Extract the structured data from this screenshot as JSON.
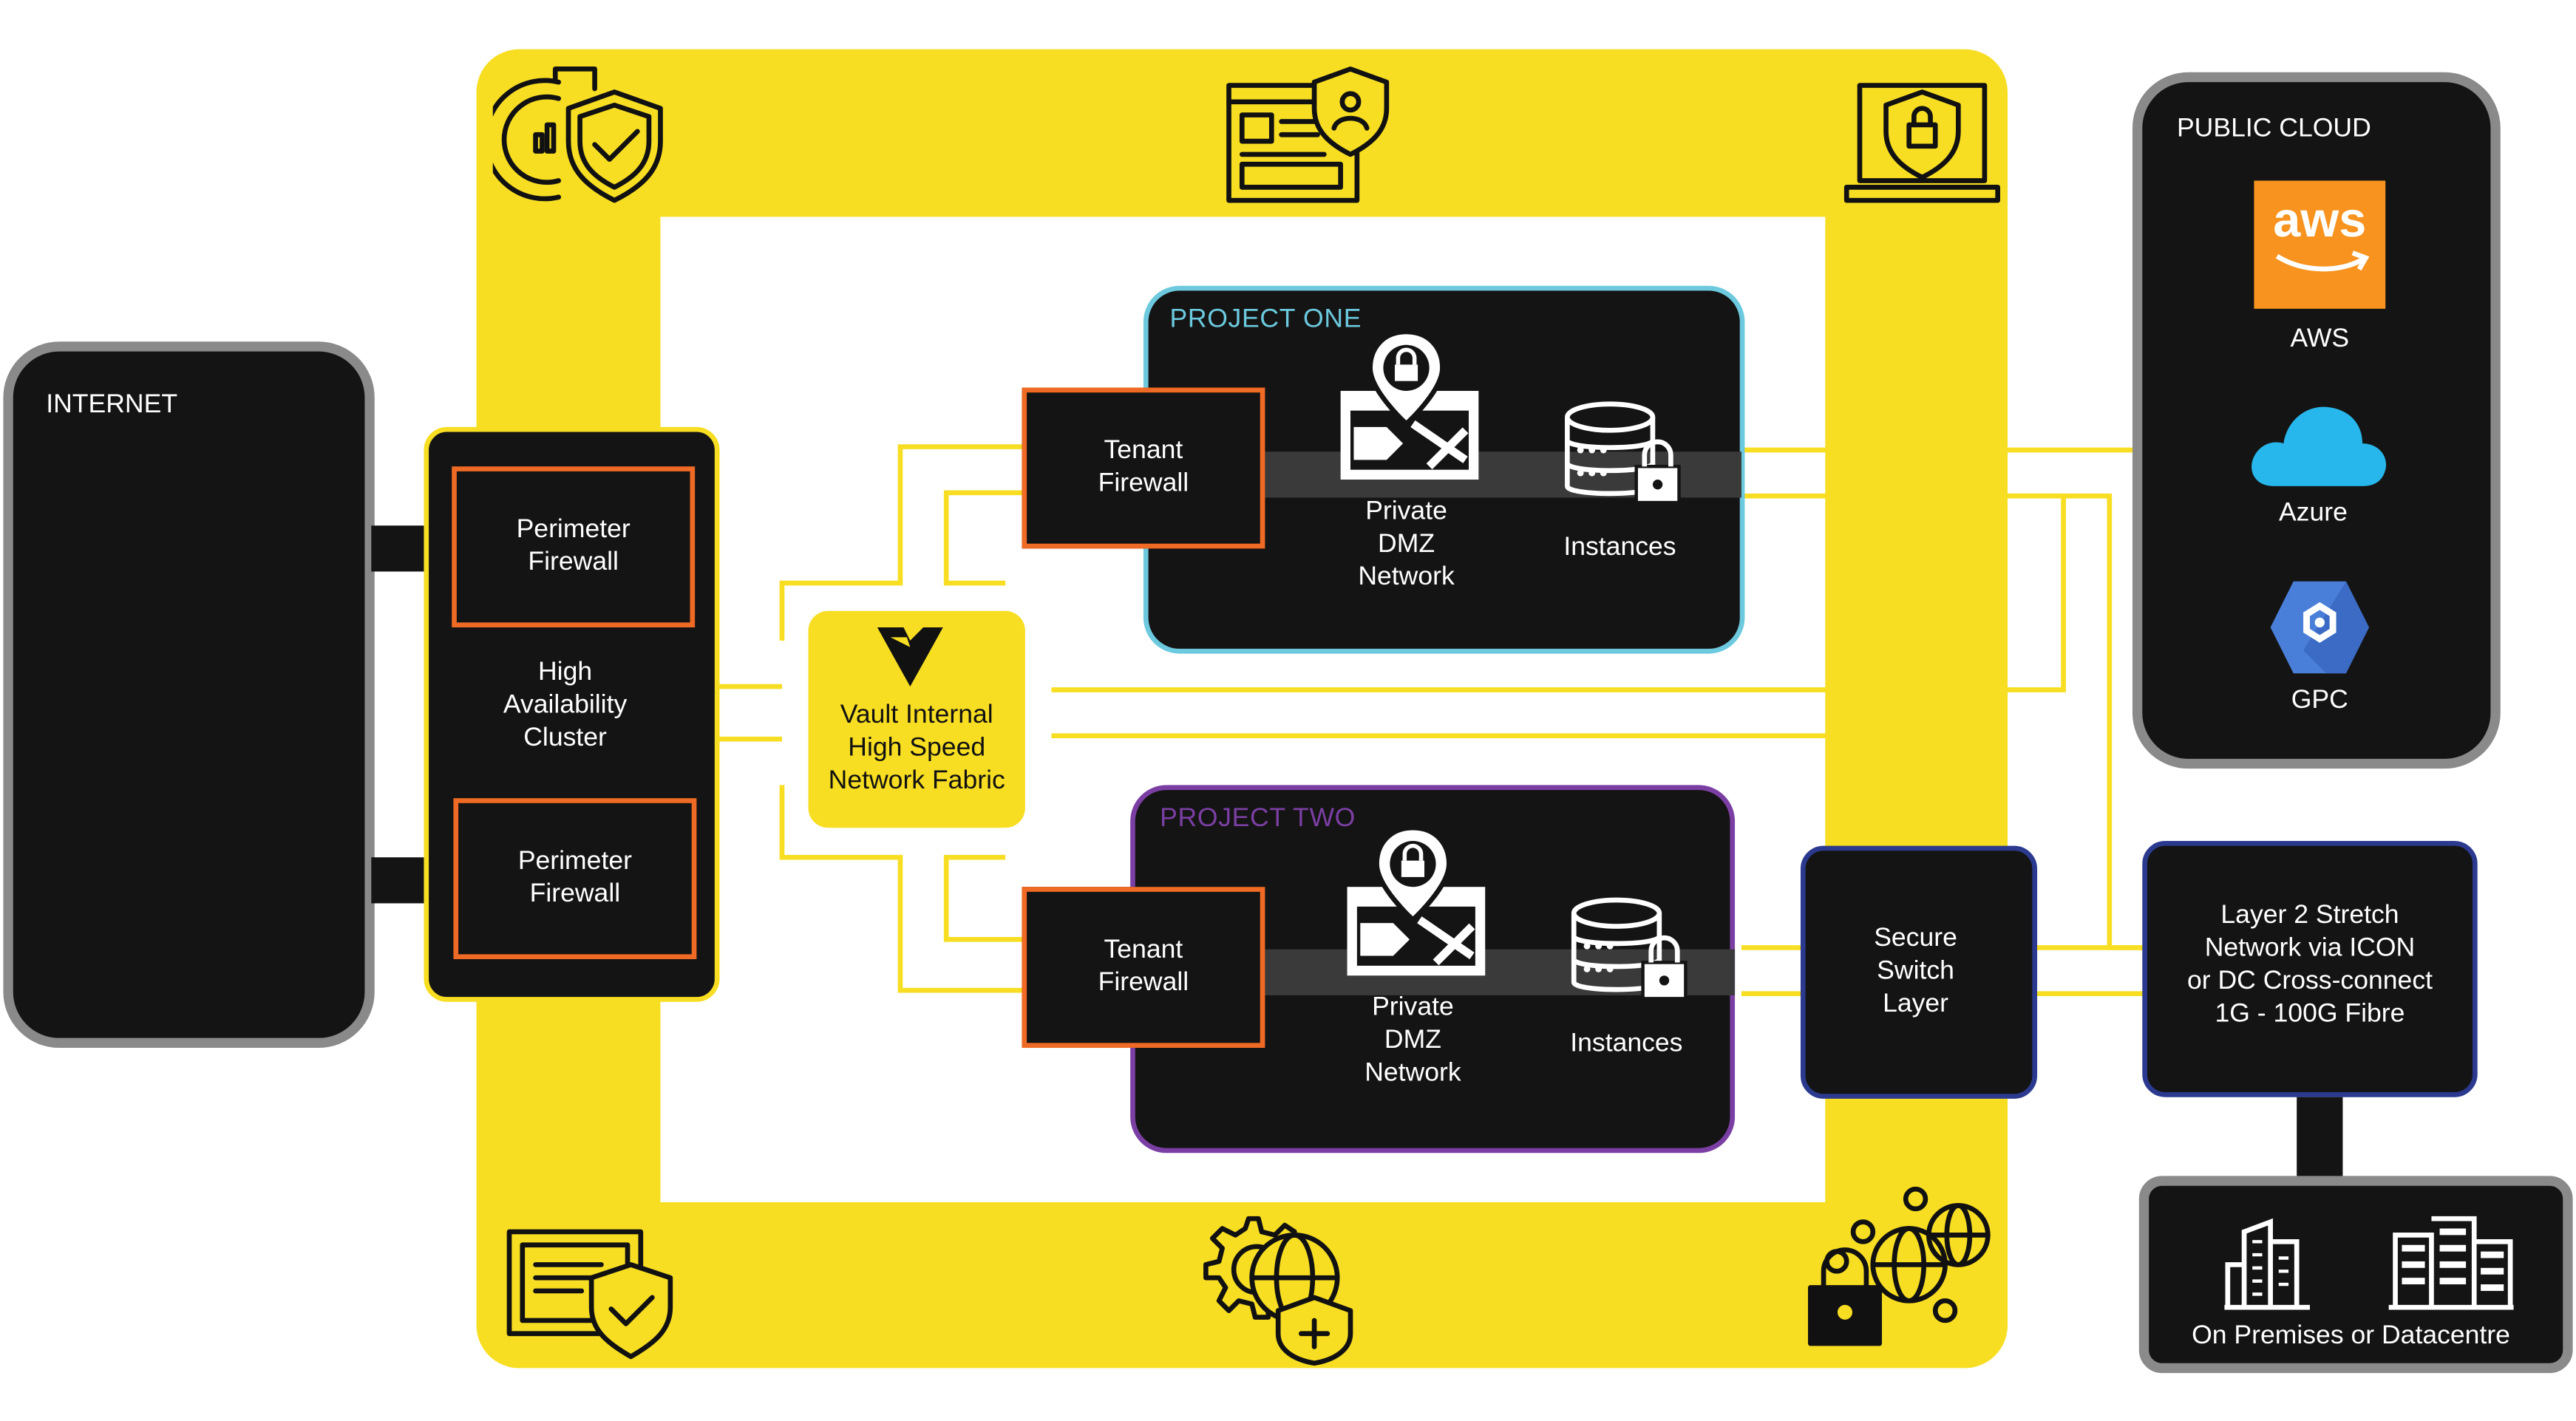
{
  "internet": {
    "label": "INTERNET"
  },
  "public_cloud": {
    "label": "PUBLIC CLOUD",
    "providers": [
      {
        "logo_text": "aws",
        "name": "AWS",
        "color": "#f7931e",
        "icon": "aws-logo"
      },
      {
        "name": "Azure",
        "color": "#27b7ec",
        "icon": "azure-cloud-icon"
      },
      {
        "name": "GPC",
        "color": "#4a7fd9",
        "icon": "gcp-hexagon-icon"
      }
    ]
  },
  "ha_cluster": {
    "firewall_top": "Perimeter\nFirewall",
    "label": "High\nAvailability\nCluster",
    "firewall_bottom": "Perimeter\nFirewall"
  },
  "fabric": {
    "label": "Vault Internal\nHigh Speed\nNetwork Fabric"
  },
  "projects": [
    {
      "title": "PROJECT ONE",
      "accent": "#6cc9de",
      "firewall": "Tenant\nFirewall",
      "dmz": "Private\nDMZ\nNetwork",
      "instances": "Instances"
    },
    {
      "title": "PROJECT TWO",
      "accent": "#7b3fa3",
      "firewall": "Tenant\nFirewall",
      "dmz": "Private\nDMZ\nNetwork",
      "instances": "Instances"
    }
  ],
  "secure_switch": {
    "label": "Secure\nSwitch\nLayer"
  },
  "layer2": {
    "label": "Layer 2 Stretch\nNetwork via ICON\nor DC Cross-connect\n1G - 100G Fibre"
  },
  "on_prem": {
    "label": "On Premises or Datacentre"
  },
  "colors": {
    "frame_yellow": "#f8de22",
    "firewall_orange": "#ef6a24",
    "switch_blue": "#2b3a8f",
    "dark": "#141414",
    "cloud_border": "#8a8a8a"
  }
}
